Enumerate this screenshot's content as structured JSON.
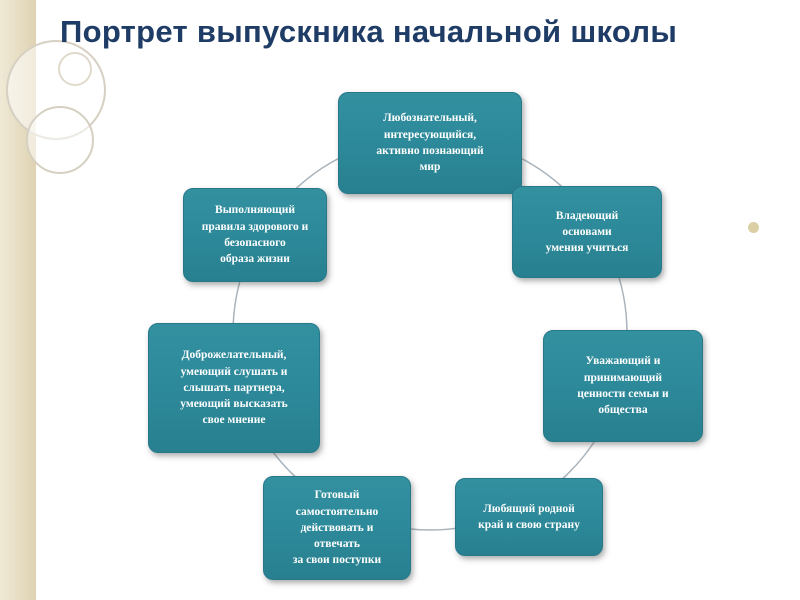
{
  "title": "Портрет выпускника начальной школы",
  "diagram": {
    "nodes": [
      {
        "id": "curious",
        "label": "Любознательный,\nинтересующийся,\nактивно познающий\nмир"
      },
      {
        "id": "learning-skills",
        "label": "Владеющий\nосновами\nумения учиться"
      },
      {
        "id": "family-values",
        "label": "Уважающий и\nпринимающий\nценности семьи и\nобщества"
      },
      {
        "id": "patriot",
        "label": "Любящий родной\nкрай и свою страну"
      },
      {
        "id": "responsible",
        "label": "Готовый\nсамостоятельно\nдействовать и\nотвечать\nза свои поступки"
      },
      {
        "id": "friendly",
        "label": "Доброжелательный,\nумеющий слушать и\nслышать партнера,\nумеющий высказать\nсвое мнение"
      },
      {
        "id": "healthy",
        "label": "Выполняющий\nправила здорового и\nбезопасного\nобраза жизни"
      }
    ]
  },
  "colors": {
    "node_fill": "#2d8a9b",
    "title_text": "#1f3c66",
    "sidebar_band": "#e6dcc0",
    "connector_line": "#a9b4bd"
  }
}
